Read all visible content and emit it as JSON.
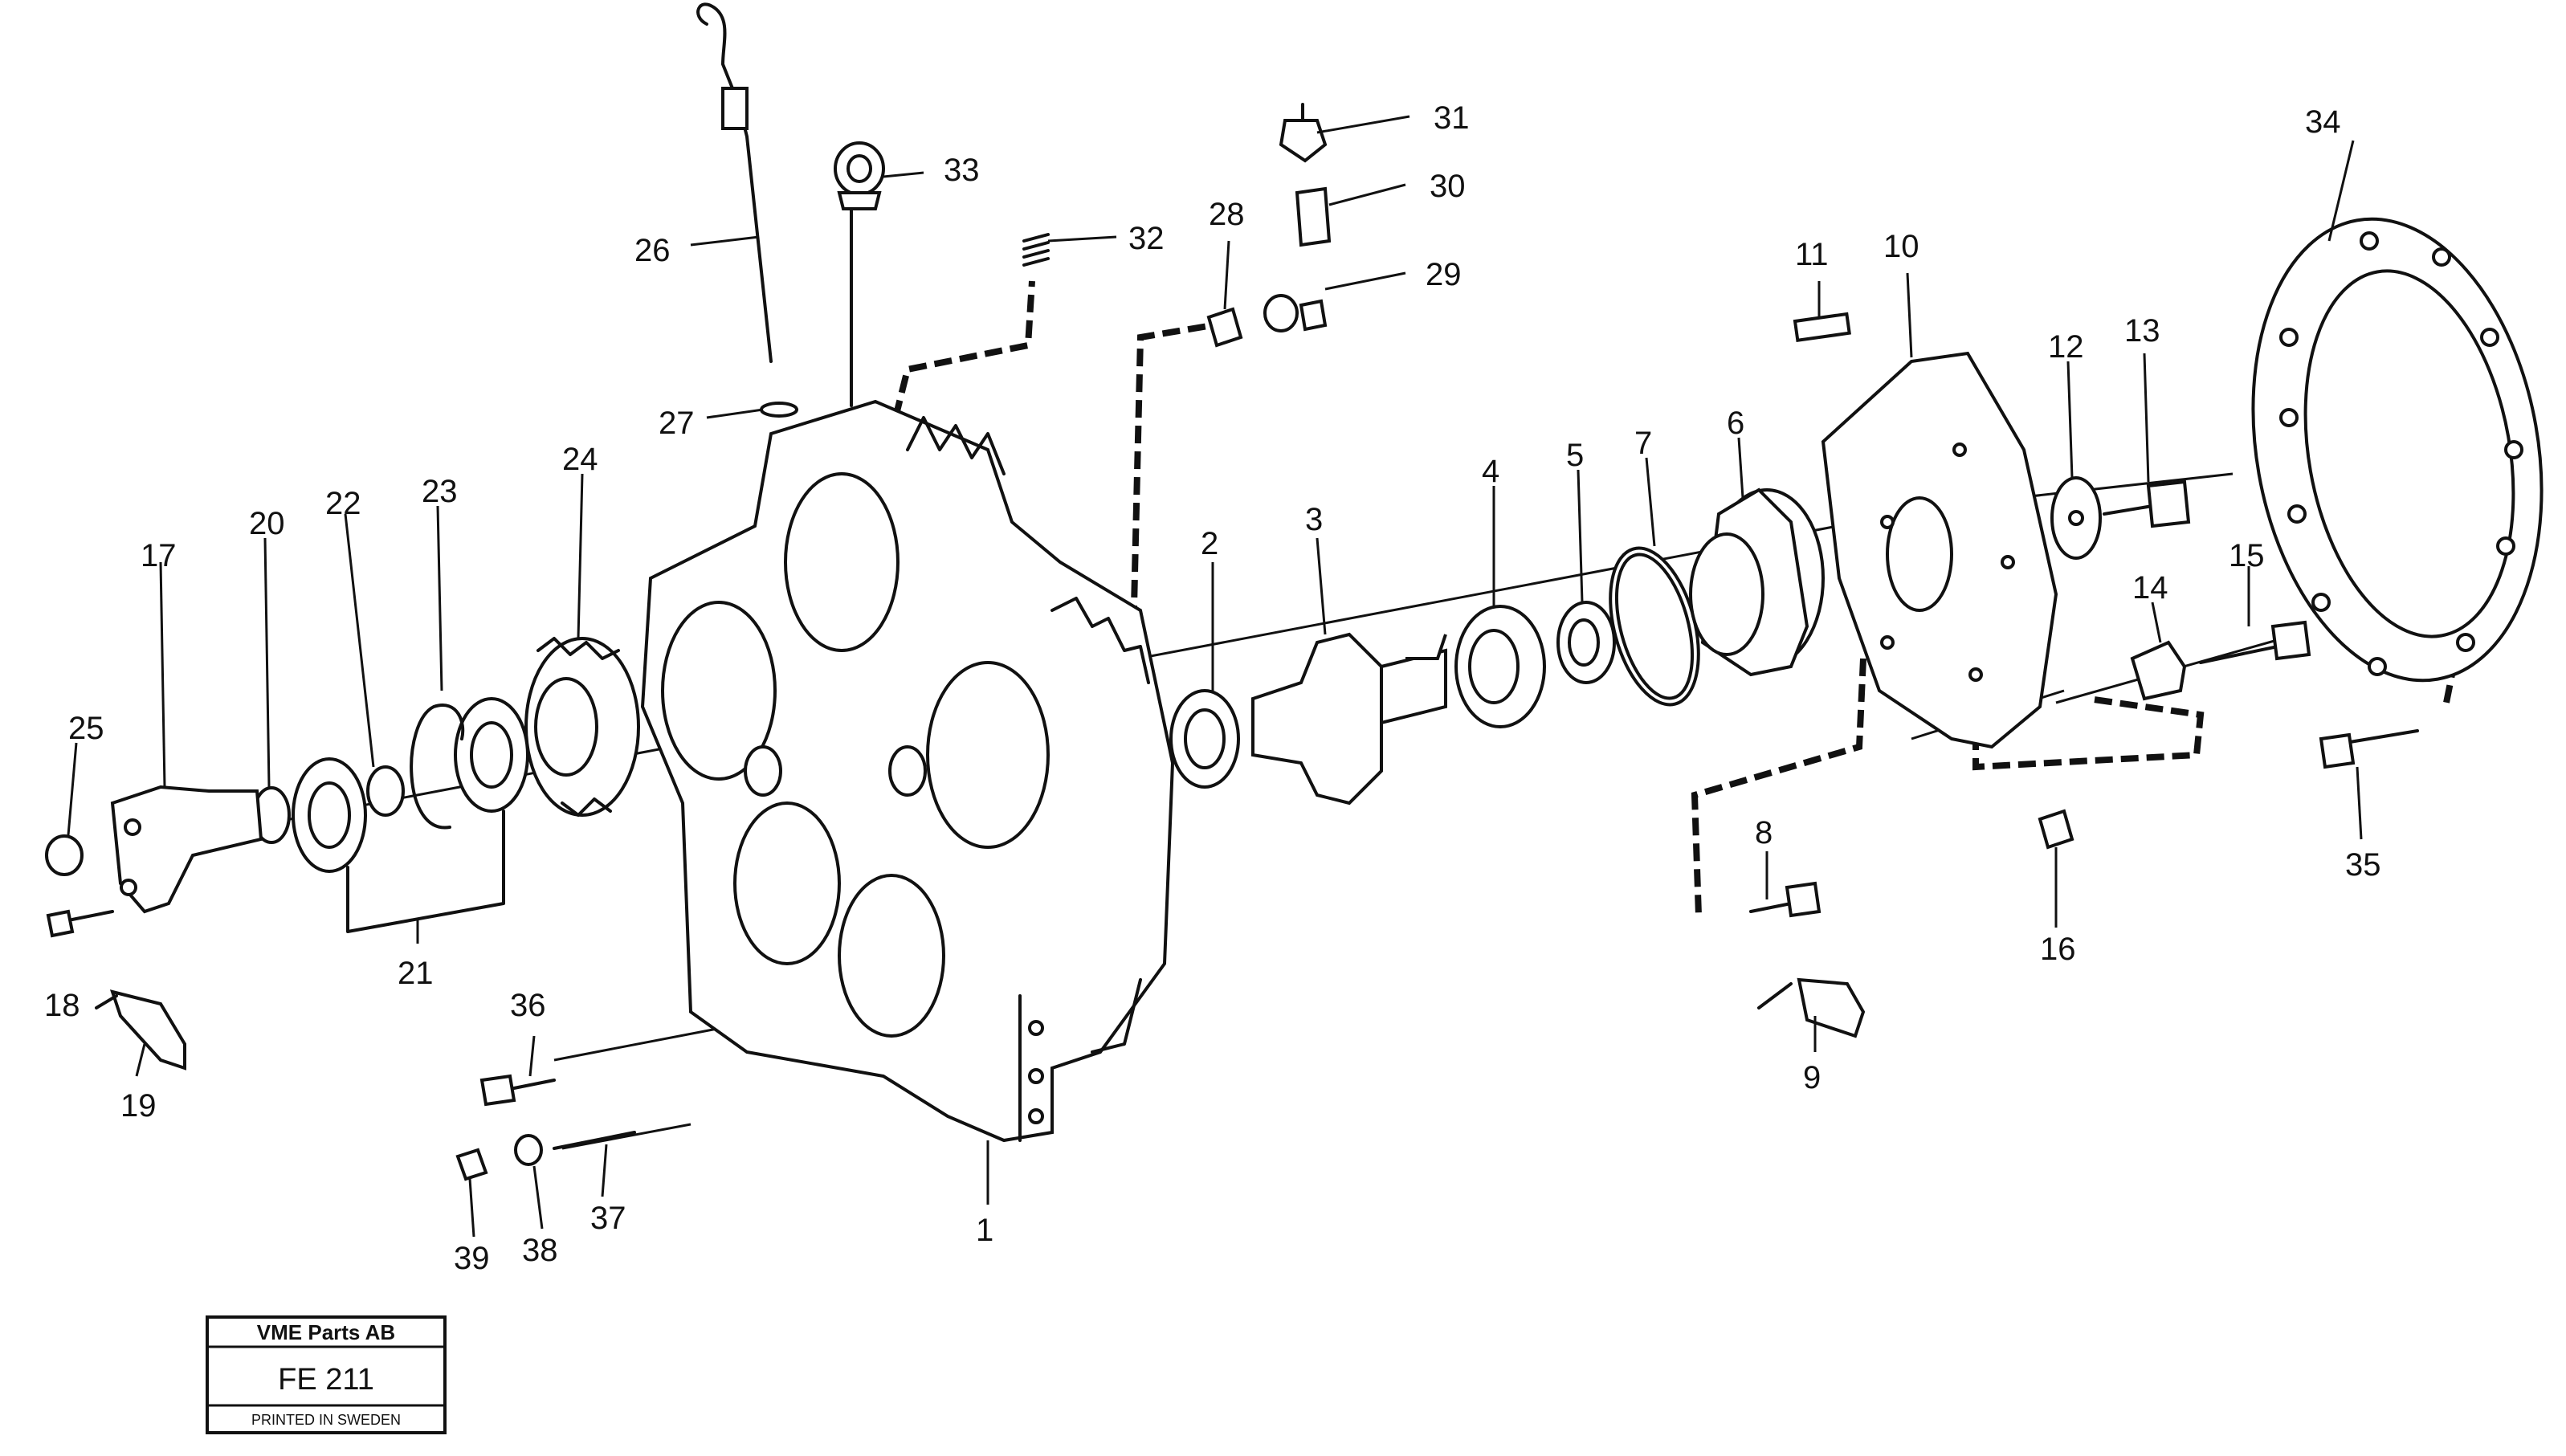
{
  "part_numbers": [
    "1",
    "2",
    "3",
    "4",
    "5",
    "6",
    "7",
    "8",
    "9",
    "10",
    "11",
    "12",
    "13",
    "14",
    "15",
    "16",
    "17",
    "18",
    "19",
    "20",
    "21",
    "22",
    "23",
    "24",
    "25",
    "26",
    "27",
    "28",
    "29",
    "30",
    "31",
    "32",
    "33",
    "34",
    "35",
    "36",
    "37",
    "38",
    "39"
  ],
  "title_block": {
    "company": "VME Parts AB",
    "code": "FE 211",
    "printed": "PRINTED IN SWEDEN"
  }
}
